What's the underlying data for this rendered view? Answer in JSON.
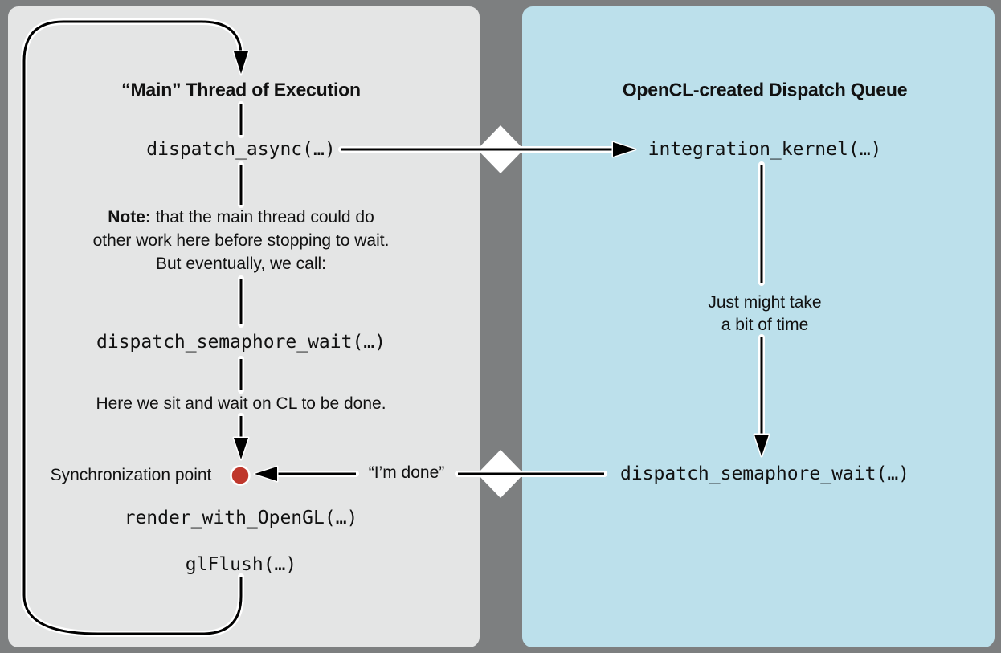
{
  "colors": {
    "background_gray": "#7d7f80",
    "left_panel_bg": "#e4e5e5",
    "right_panel_bg": "#bce0eb",
    "line_black": "#000000",
    "sync_dot_red": "#bf372c",
    "diamond_white": "#ffffff"
  },
  "left_panel": {
    "title": "“Main” Thread of Execution",
    "call_dispatch_async": "dispatch_async(…)",
    "note": {
      "label": "Note:",
      "line1": " that the main thread could do",
      "line2": "other work here before stopping to wait.",
      "line3": "But eventually, we call:"
    },
    "call_semaphore_wait": "dispatch_semaphore_wait(…)",
    "wait_caption": "Here we sit and wait on CL to be done.",
    "sync_label": "Synchronization point",
    "call_render": "render_with_OpenGL(…)",
    "call_glflush": "glFlush(…)"
  },
  "right_panel": {
    "title": "OpenCL-created Dispatch Queue",
    "call_integration_kernel": "integration_kernel(…)",
    "duration_line1": "Just might take",
    "duration_line2": "a bit of time",
    "call_semaphore_wait": "dispatch_semaphore_wait(…)"
  },
  "messages": {
    "im_done": "“I’m done”"
  }
}
